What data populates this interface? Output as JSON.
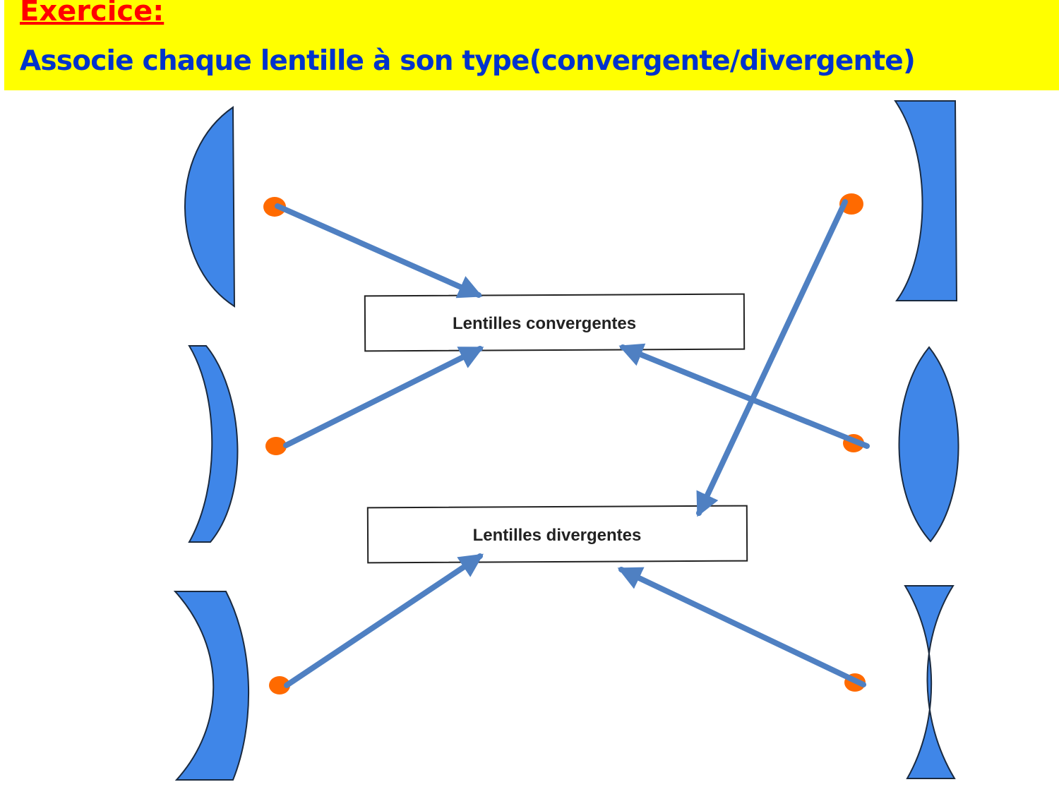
{
  "header": {
    "title": "Exercice:",
    "instruction": "Associe chaque lentille à son type(convergente/divergente)",
    "banner_color": "#ffff00",
    "title_color": "#ff0000",
    "instruction_color": "#0033cc"
  },
  "categories": {
    "convergent_label": "Lentilles convergentes",
    "divergent_label": "Lentilles divergentes"
  },
  "lenses": [
    {
      "id": "left-top",
      "type": "plano-convex",
      "matched": "convergentes"
    },
    {
      "id": "left-middle",
      "type": "convex-meniscus",
      "matched": "convergentes"
    },
    {
      "id": "left-bottom",
      "type": "concave-meniscus",
      "matched": "divergentes"
    },
    {
      "id": "right-top",
      "type": "plano-concave",
      "matched": "divergentes"
    },
    {
      "id": "right-middle",
      "type": "biconvex",
      "matched": "convergentes"
    },
    {
      "id": "right-bottom",
      "type": "biconcave",
      "matched": "divergentes"
    }
  ],
  "colors": {
    "lens_fill": "#3f86e8",
    "lens_stroke": "#1a2a40",
    "arrow": "#4f80c2",
    "dot": "#ff6a00"
  }
}
